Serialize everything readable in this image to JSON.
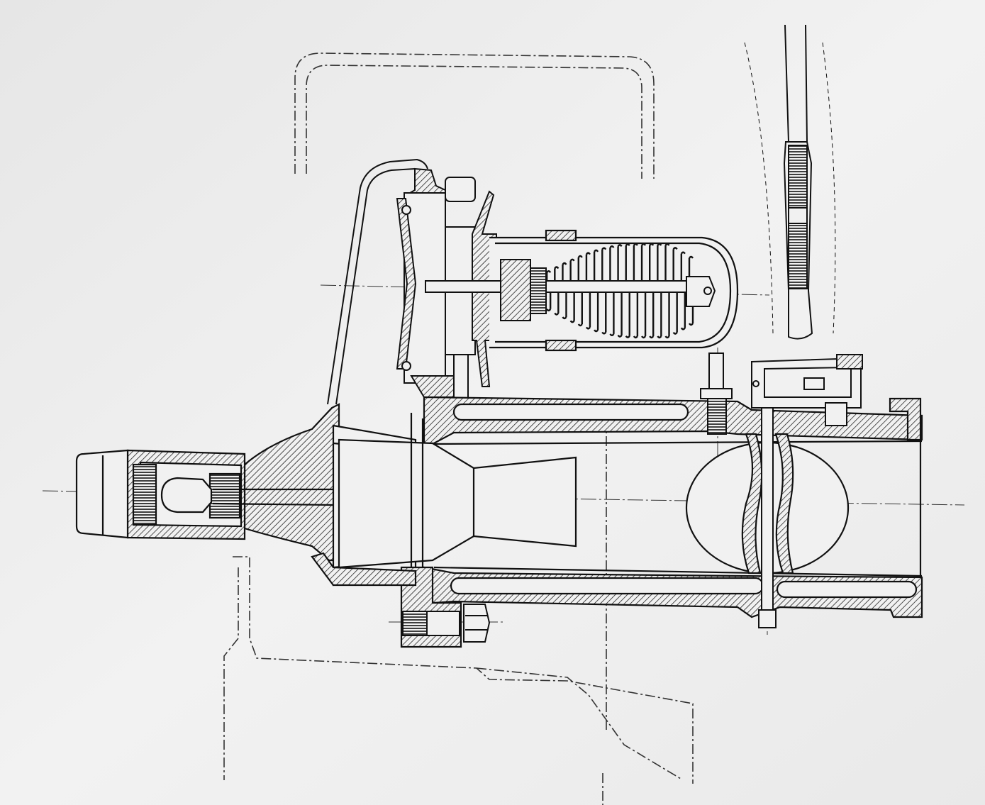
{
  "drawing": {
    "paper_color": "#f1f1f1",
    "ink_color": "#111111",
    "hatch_color": "#222222",
    "phantom_color": "#333333",
    "has_text": false
  },
  "components": [
    "regulator-body",
    "diaphragm-housing",
    "spring-chamber",
    "compression-spring",
    "valve-stem",
    "inlet-fitting",
    "venturi-nozzle",
    "throttle-butterfly",
    "throttle-shaft",
    "mounting-flange",
    "bypass-tube",
    "mounting-bolt",
    "linkage-rod-detail",
    "phantom-outline-top",
    "phantom-outline-bottom"
  ]
}
